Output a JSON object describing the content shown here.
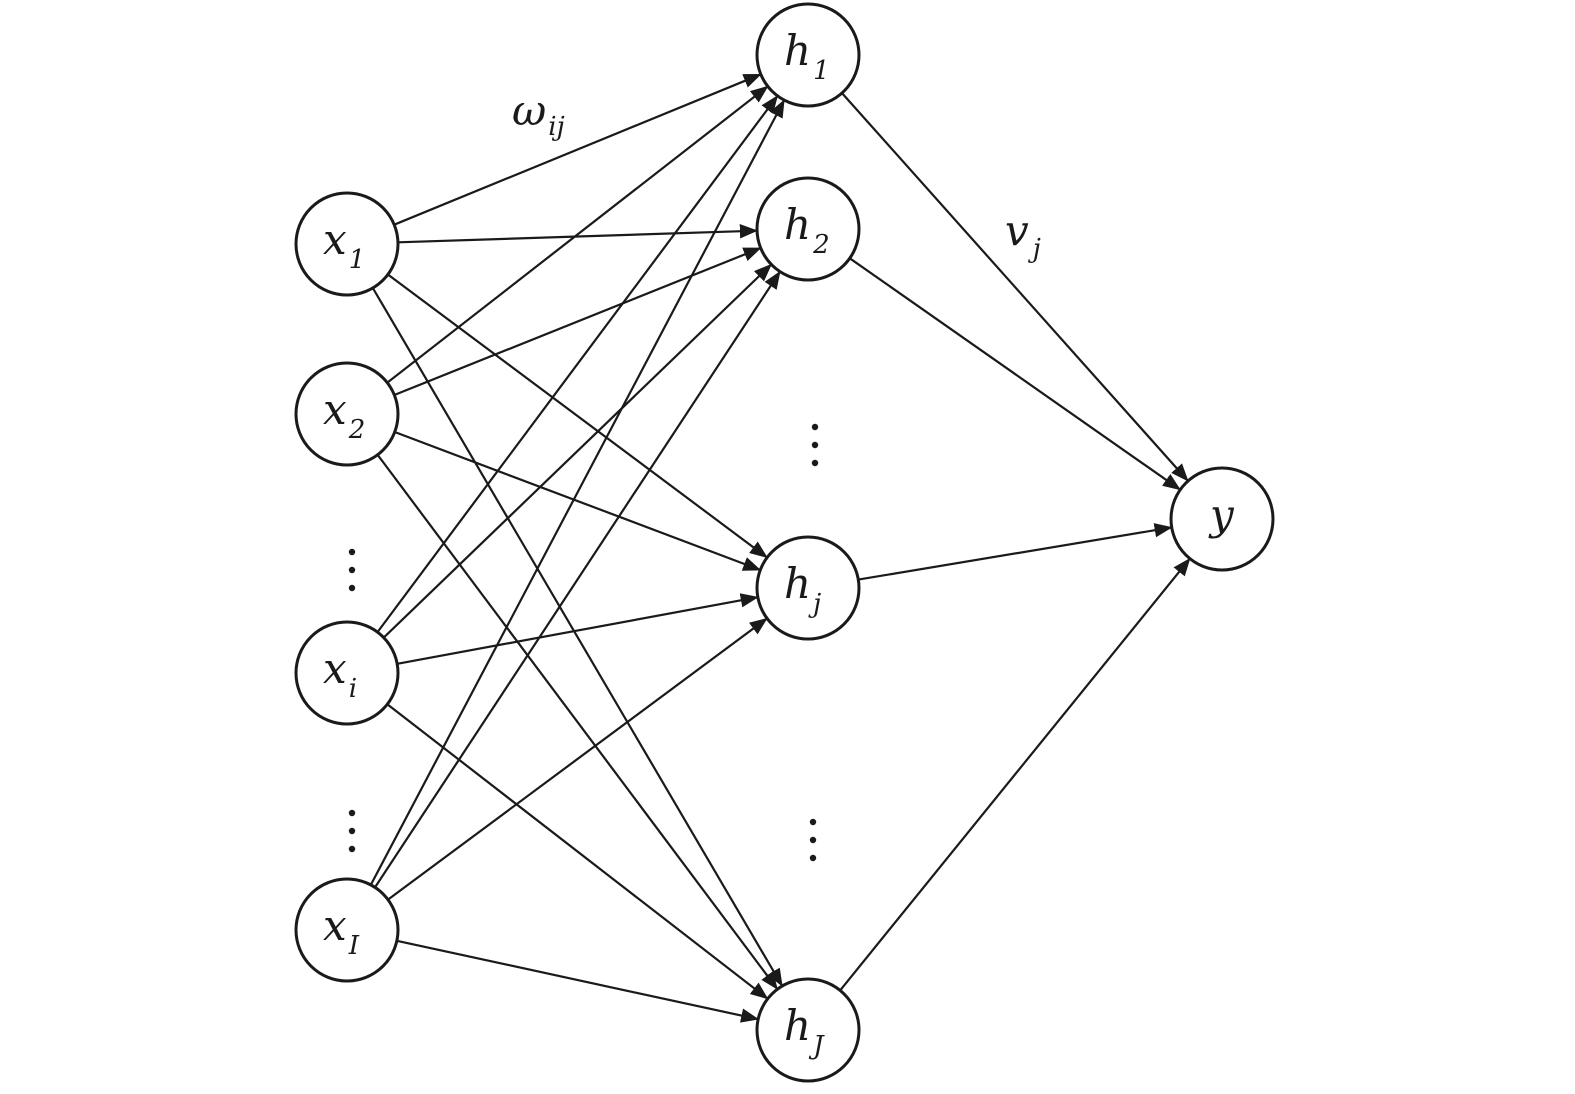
{
  "diagram": {
    "inputs": [
      {
        "id": "x1",
        "main": "x",
        "sub": "1"
      },
      {
        "id": "x2",
        "main": "x",
        "sub": "2"
      },
      {
        "id": "xi",
        "main": "x",
        "sub": "i"
      },
      {
        "id": "xI",
        "main": "x",
        "sub": "I"
      }
    ],
    "hidden": [
      {
        "id": "h1",
        "main": "h",
        "sub": "1"
      },
      {
        "id": "h2",
        "main": "h",
        "sub": "2"
      },
      {
        "id": "hj",
        "main": "h",
        "sub": "j"
      },
      {
        "id": "hJ",
        "main": "h",
        "sub": "J"
      }
    ],
    "output": {
      "id": "y",
      "main": "y",
      "sub": ""
    },
    "weight_labels": {
      "input_hidden": {
        "main": "ω",
        "sub": "ij"
      },
      "hidden_output": {
        "main": "v",
        "sub": "j"
      }
    },
    "ellipsis": "⋮",
    "colors": {
      "stroke": "#1a1a1a",
      "fill": "#ffffff"
    }
  }
}
